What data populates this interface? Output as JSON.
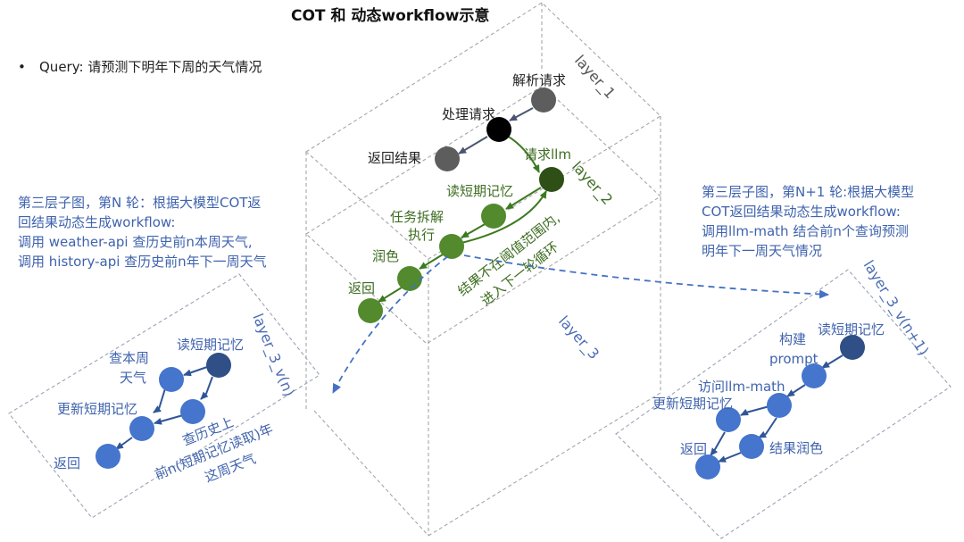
{
  "title": "COT 和 动态workflow示意",
  "query": {
    "bullet": "•",
    "text": "Query: 请预测下明年下周的天气情况"
  },
  "layers": {
    "layer1": "layer_1",
    "layer2": "layer_2",
    "layer3": "layer_3",
    "layer3_n": "layer_3_v(n)",
    "layer3_n1": "layer_3_v(n+1)"
  },
  "layer1_nodes": {
    "parse": "解析请求",
    "process": "处理请求",
    "return": "返回结果",
    "request_llm": "请求llm"
  },
  "layer2_nodes": {
    "read_memory": "读短期记忆",
    "task_split_1": "任务拆解",
    "task_split_2": "执行",
    "polish": "润色",
    "return": "返回",
    "loop_1": "结果不在阈值范围内,",
    "loop_2": "进入下一轮循环"
  },
  "desc_left": [
    "第三层子图，第N 轮：根据大模型COT返",
    "回结果动态生成workflow:",
    "调用 weather-api 查历史前n本周天气,",
    "调用 history-api 查历史前n年下一周天气"
  ],
  "desc_right": [
    "第三层子图，第N+1 轮:根据大模型",
    "COT返回结果动态生成workflow:",
    "调用llm-math 结合前n个查询预测",
    "明年下一周天气情况"
  ],
  "left_nodes": {
    "read_memory": "读短期记忆",
    "check_week_1": "查本周",
    "check_week_2": "天气",
    "update_memory": "更新短期记忆",
    "history_1": "查历史上",
    "history_2": "前n(短期记忆读取)年",
    "history_3": "这周天气",
    "return": "返回"
  },
  "right_nodes": {
    "read_memory": "读短期记忆",
    "build_1": "构建",
    "build_2": "prompt",
    "visit_math": "访问llm-math",
    "update_memory": "更新短期记忆",
    "polish": "结果润色",
    "return": "返回"
  },
  "colors": {
    "grey_node": "#5d5d5d",
    "black_node": "#000000",
    "green_dark": "#2e4f16",
    "green_node": "#528a2d",
    "blue_dark": "#2f4f86",
    "blue_node": "#4575cc",
    "dashed_blue": "#4472c4"
  }
}
